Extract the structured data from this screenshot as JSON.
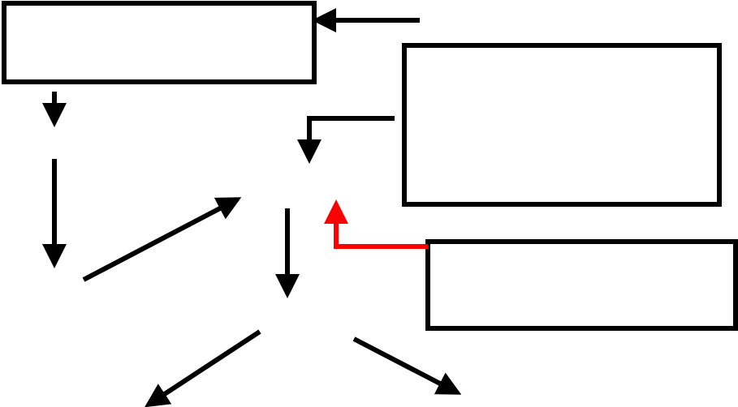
{
  "diagram": {
    "background": "#ffffff",
    "stroke_color": "#000000",
    "highlight_color": "#ff0000",
    "boxes": [
      {
        "id": "top-left-box",
        "label": ""
      },
      {
        "id": "right-upper-box",
        "label": ""
      },
      {
        "id": "right-lower-box",
        "label": ""
      }
    ],
    "arrows": [
      {
        "id": "into-top-left-box",
        "direction": "left",
        "color": "#000000"
      },
      {
        "id": "down-from-top-left-box",
        "direction": "down",
        "color": "#000000"
      },
      {
        "id": "from-right-upper-box-elbow",
        "direction": "down",
        "color": "#000000"
      },
      {
        "id": "left-column-down",
        "direction": "down",
        "color": "#000000"
      },
      {
        "id": "diagonal-up-right",
        "direction": "up-right",
        "color": "#000000"
      },
      {
        "id": "center-down",
        "direction": "down",
        "color": "#000000"
      },
      {
        "id": "from-right-lower-box-elbow",
        "direction": "up",
        "color": "#ff0000"
      },
      {
        "id": "diagonal-down-left",
        "direction": "down-left",
        "color": "#000000"
      },
      {
        "id": "diagonal-down-right",
        "direction": "down-right",
        "color": "#000000"
      }
    ]
  }
}
